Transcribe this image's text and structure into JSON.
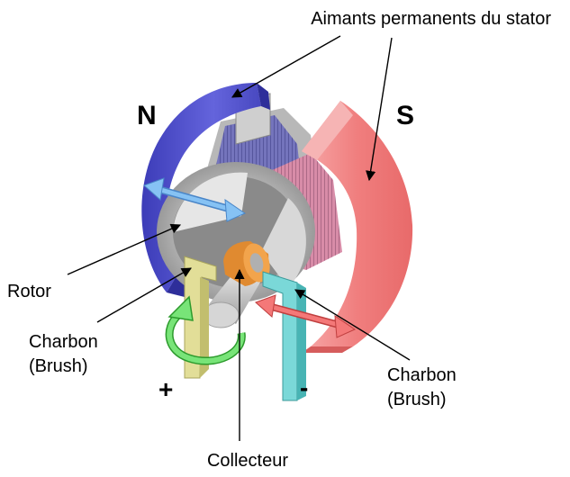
{
  "labels": {
    "magnets": "Aimants permanents du stator",
    "north": "N",
    "south": "S",
    "rotor": "Rotor",
    "brush_left_line1": "Charbon",
    "brush_left_line2": "(Brush)",
    "brush_right_line1": "Charbon",
    "brush_right_line2": "(Brush)",
    "plus": "+",
    "minus": "-",
    "commutator": "Collecteur"
  },
  "colors": {
    "north_magnet": "#5a5ad8",
    "south_magnet": "#f08888",
    "rotor_winding": "#7070b8",
    "commutator": "#e08a30",
    "brush_left": "#e0dc90",
    "brush_right": "#70d4d4",
    "rotation_arrow": "#70e070",
    "force_arrow_left": "#7ab8f0",
    "force_arrow_right": "#f06a6a"
  }
}
